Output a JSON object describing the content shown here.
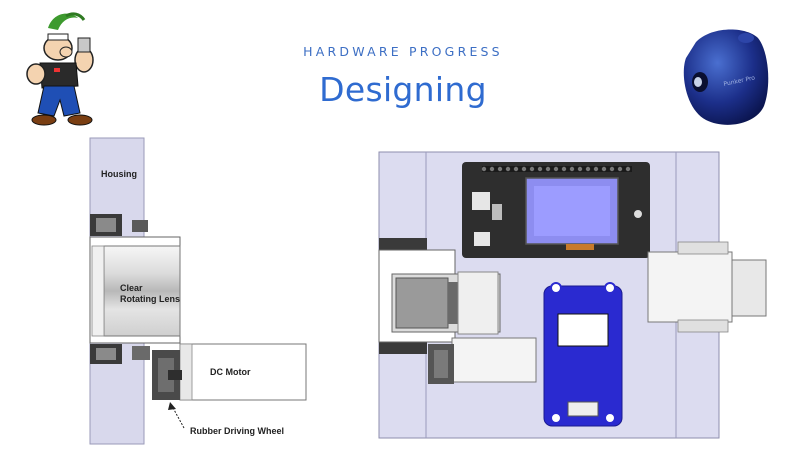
{
  "header": {
    "subtitle": "HARDWARE PROGRESS",
    "title": "Designing"
  },
  "left_diagram": {
    "housing_label": "Housing",
    "lens_label_line1": "Clear",
    "lens_label_line2": "Rotating Lens",
    "motor_label": "DC Motor",
    "wheel_label": "Rubber Driving Wheel"
  },
  "product_image": {
    "engraved_text": "Punker Pro"
  },
  "colors": {
    "accent": "#2f6bd0",
    "housing_fill": "#d8d8ec",
    "pcb_blue": "#2a2ad0"
  },
  "icons": [
    "cartoon-mascot-icon",
    "blue-device-icon",
    "arrow-icon"
  ]
}
